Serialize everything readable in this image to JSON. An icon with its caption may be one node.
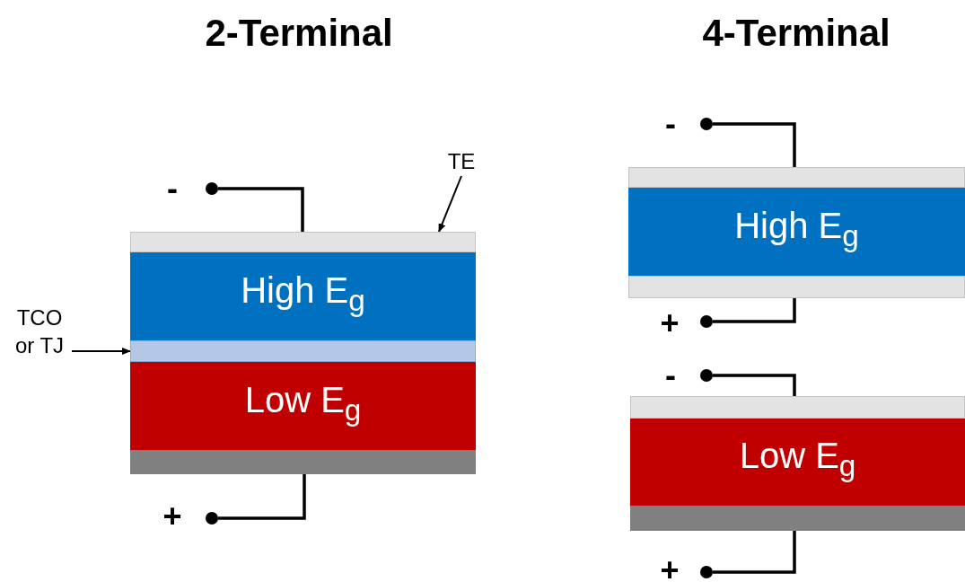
{
  "diagram": {
    "nodes": [
      {
        "text": [],
        "shape": "box"
      },
      {
        "text": [
          "High E$_{g}$"
        ]
      },
      {
        "text": [],
        "shape": "box"
      },
      {
        "text": [
          "Low E$_{g}$"
        ]
      },
      {
        "text": [],
        "shape": "box"
      },
      {
        "text": [
          "TE"
        ]
      },
      {
        "text": [
          "TCO or TJ"
        ]
      },
      {
        "text": [],
        "shape": "circle"
      },
      {
        "text": [],
        "shape": "circle"
      },
      {
        "text": [],
        "shape": "box"
      },
      {
        "text": [
          "High E$_{g}$"
        ]
      },
      {
        "text": [],
        "shape": "box"
      },
      {
        "text": [],
        "shape": "circle"
      },
      {
        "text": [],
        "shape": "circle"
      },
      {
        "text": [],
        "shape": "box"
      },
      {
        "text": [
          "Low E$_{g}$"
        ]
      },
      {
        "text": [],
        "shape": "box"
      },
      {
        "text": [],
        "shape": "circle"
      },
      {
        "text": [],
        "shape": "circle"
      }
    ],
    "edges": [
      {
        "from": 5,
        "to": 0,
        "arrow": "to"
      },
      {
        "from": 6,
        "to": 2,
        "arrow": "to"
      },
      {
        "from": 7,
        "to": 0,
        "arrow": "none"
      },
      {
        "from": 8,
        "to": 4,
        "arrow": "none"
      },
      {
        "from": 12,
        "to": 9,
        "arrow": "none"
      },
      {
        "from": 13,
        "to": 11,
        "arrow": "none"
      },
      {
        "from": 17,
        "to": 14,
        "arrow": "none"
      },
      {
        "from": 18,
        "to": 16,
        "arrow": "none"
      }
    ],
    "labels": [
      "2-Terminal",
      "4-Terminal",
      "-",
      "+",
      "-",
      "+",
      "-",
      "+"
    ]
  }
}
